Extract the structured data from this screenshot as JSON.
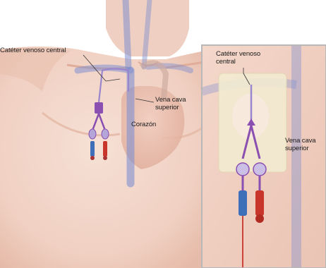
{
  "labels": {
    "main_catheter": "Catéter venoso central",
    "main_vena_cava_line1": "Vena cava",
    "main_vena_cava_line2": "superior",
    "main_heart": "Corazón",
    "inset_catheter_line1": "Catéter venoso",
    "inset_catheter_line2": "central",
    "inset_vena_cava_line1": "Vena cava",
    "inset_vena_cava_line2": "superior"
  },
  "colors": {
    "skin": "#f2d5c8",
    "skin_shadow": "#e4b8a6",
    "vein": "#7f8fd0",
    "catheter_line": "#8a7ec8",
    "catheter_hub": "#8a4fb0",
    "port_red": "#c8352a",
    "port_blue": "#3f6fb8",
    "dressing": "#f3ecd2",
    "inset_border": "#b8b8b8"
  }
}
